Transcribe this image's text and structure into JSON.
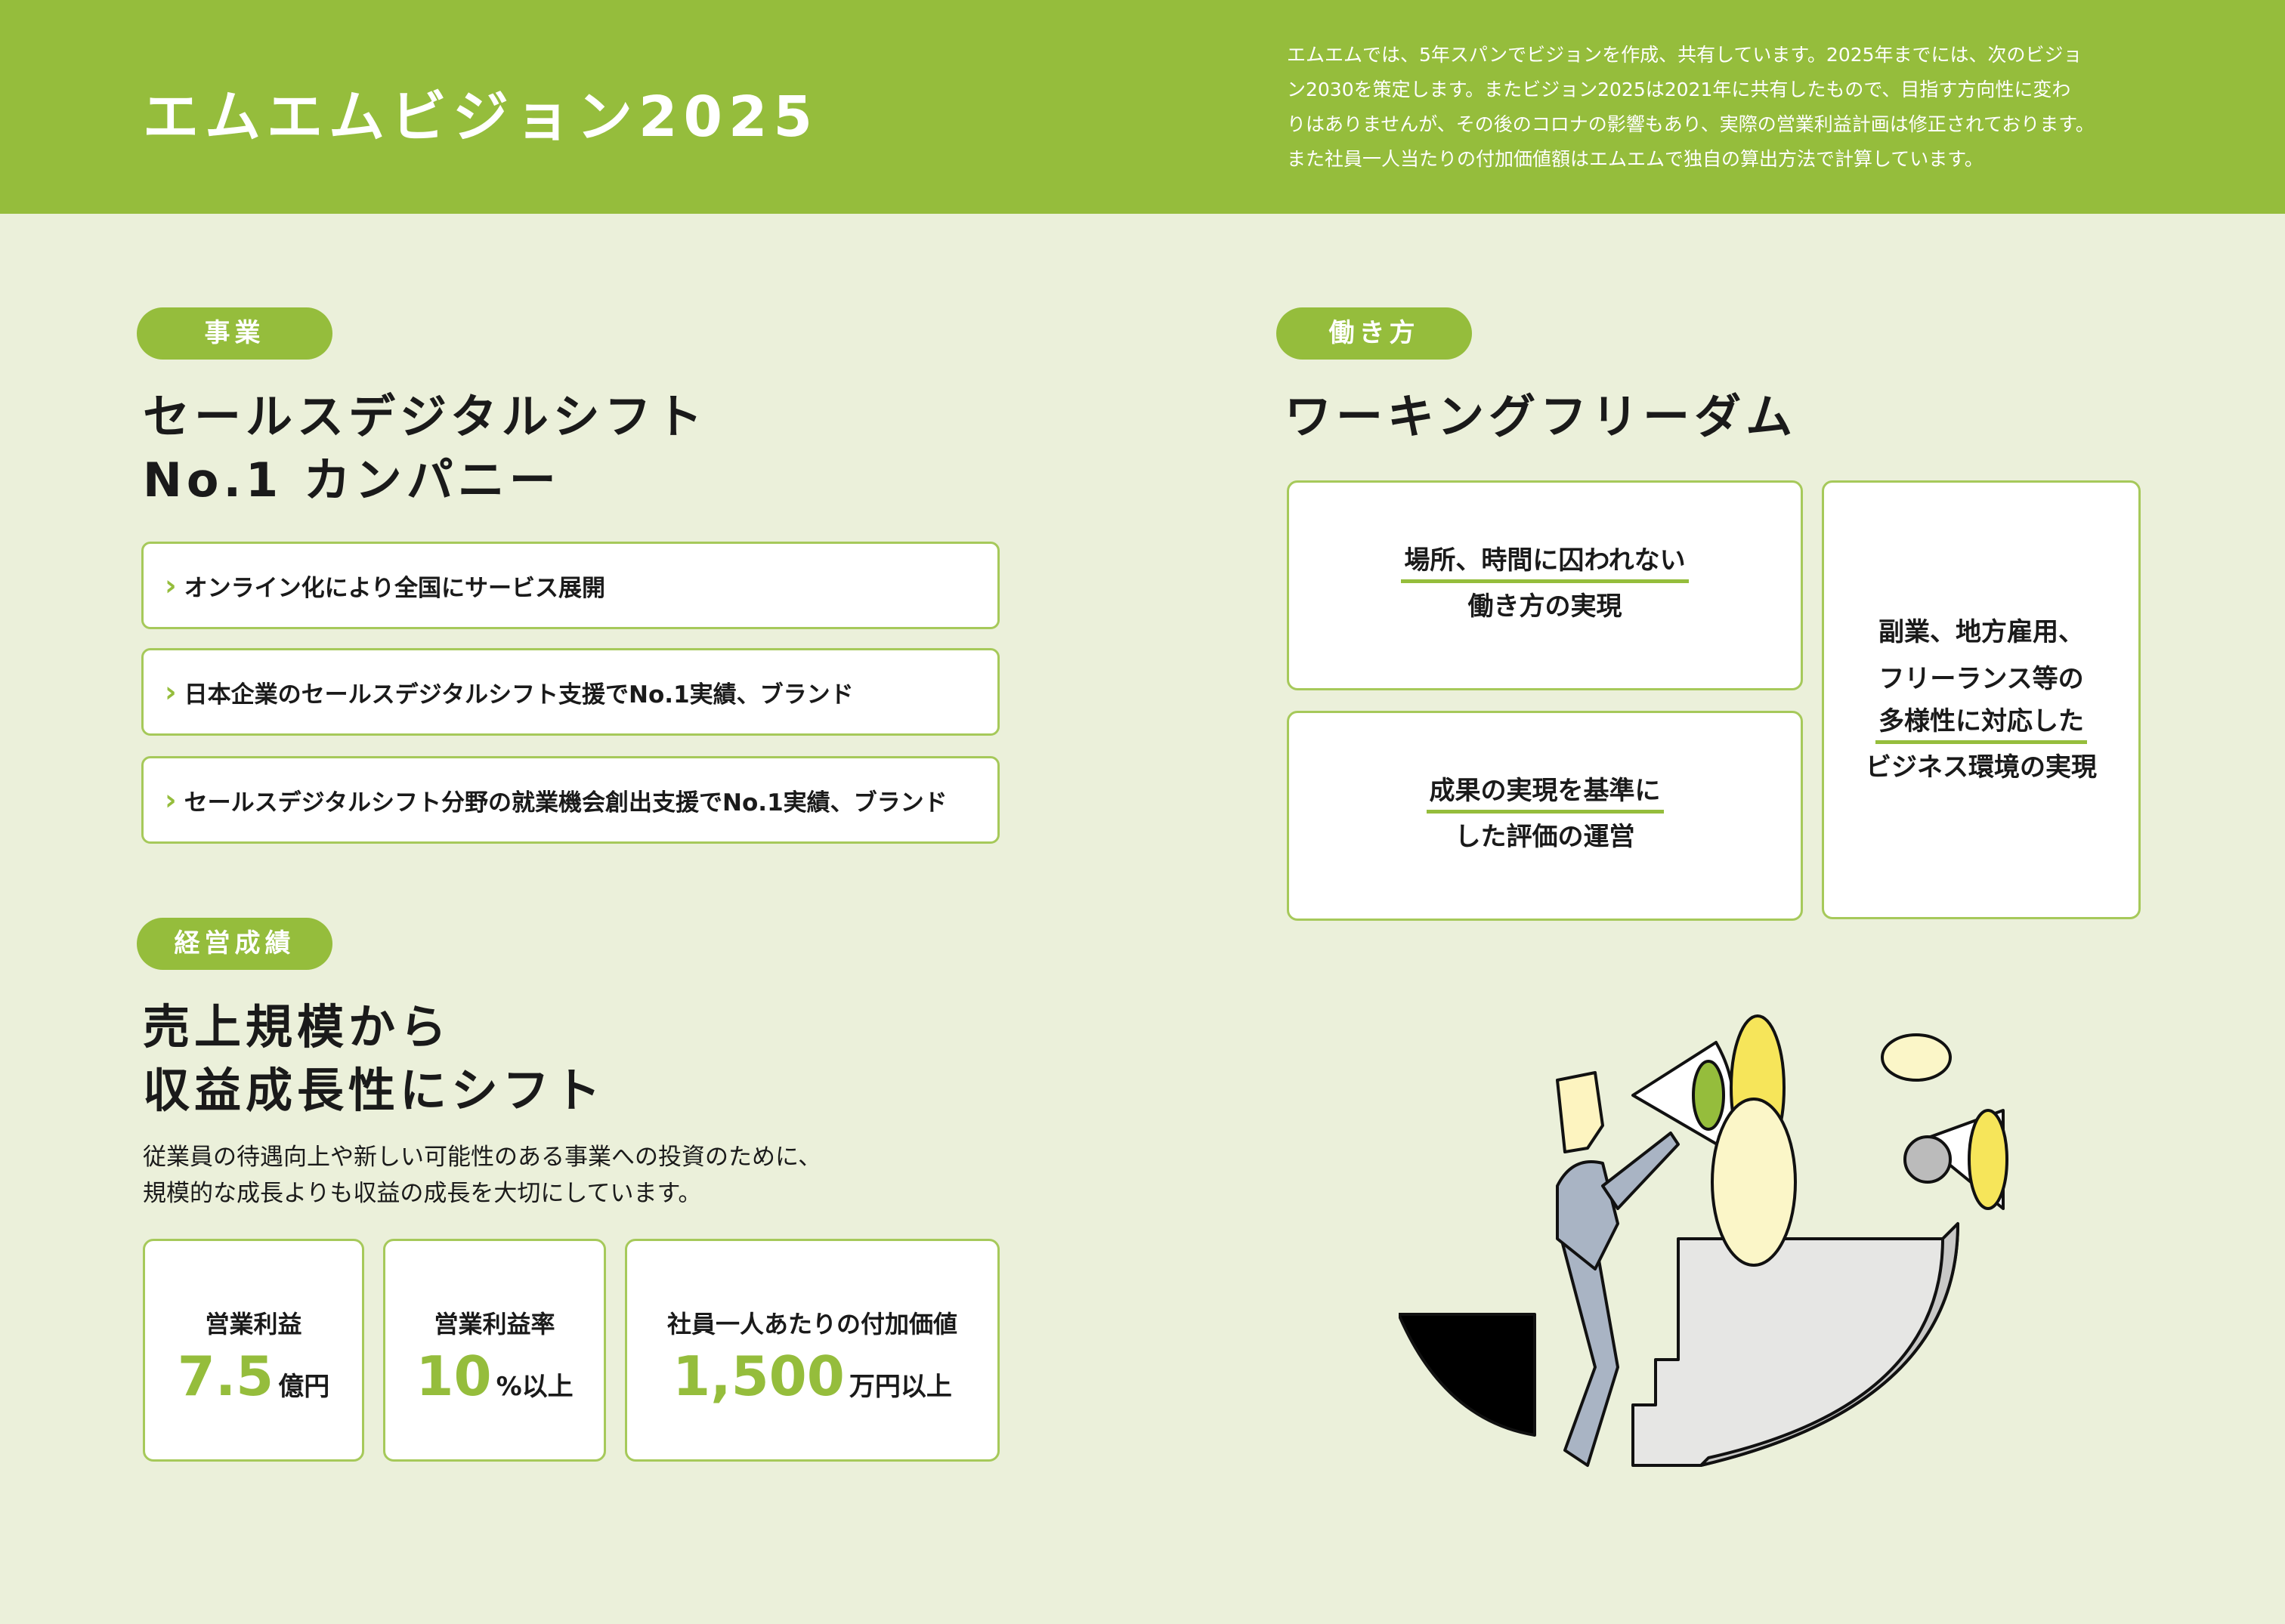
{
  "header": {
    "title": "エムエムビジョン2025",
    "intro": [
      "エムエムでは、5年スパンでビジョンを作成、共有しています。2025年までには、次のビジョ",
      "ン2030を策定します。またビジョン2025は2021年に共有したもので、目指す方向性に変わ",
      "りはありませんが、その後のコロナの影響もあり、実際の営業利益計画は修正されております。",
      "また社員一人当たりの付加価値額はエムエムで独自の算出方法で計算しています。"
    ]
  },
  "business": {
    "tag": "事業",
    "heading": [
      "セールスデジタルシフト",
      "No.1 カンパニー"
    ],
    "items": [
      "オンライン化により全国にサービス展開",
      "日本企業のセールスデジタルシフト支援でNo.1実績、ブランド",
      "セールスデジタルシフト分野の就業機会創出支援でNo.1実績、ブランド"
    ]
  },
  "performance": {
    "tag": "経営成績",
    "heading": [
      "売上規模から",
      "収益成長性にシフト"
    ],
    "description": [
      "従業員の待遇向上や新しい可能性のある事業への投資のために、",
      "規模的な成長よりも収益の成長を大切にしています。"
    ],
    "metrics": [
      {
        "label": "営業利益",
        "value": "7.5",
        "unit": "億円"
      },
      {
        "label": "営業利益率",
        "value": "10",
        "unit": "%以上"
      },
      {
        "label": "社員一人あたりの付加価値",
        "value": "1,500",
        "unit": "万円以上"
      }
    ]
  },
  "workstyle": {
    "tag": "働き方",
    "heading": "ワーキングフリーダム",
    "cards": [
      {
        "underlined": "場所、時間に囚われない",
        "rest": "働き方の実現"
      },
      {
        "underlined": "成果の実現を基準に",
        "rest": "した評価の運営"
      }
    ],
    "side": {
      "line1": "副業、地方雇用、",
      "line2": "フリーランス等の",
      "underlined": "多様性に対応した",
      "line4": "ビジネス環境の実現"
    }
  },
  "colors": {
    "accent": "#95bd3c",
    "background": "#ebf0da"
  }
}
